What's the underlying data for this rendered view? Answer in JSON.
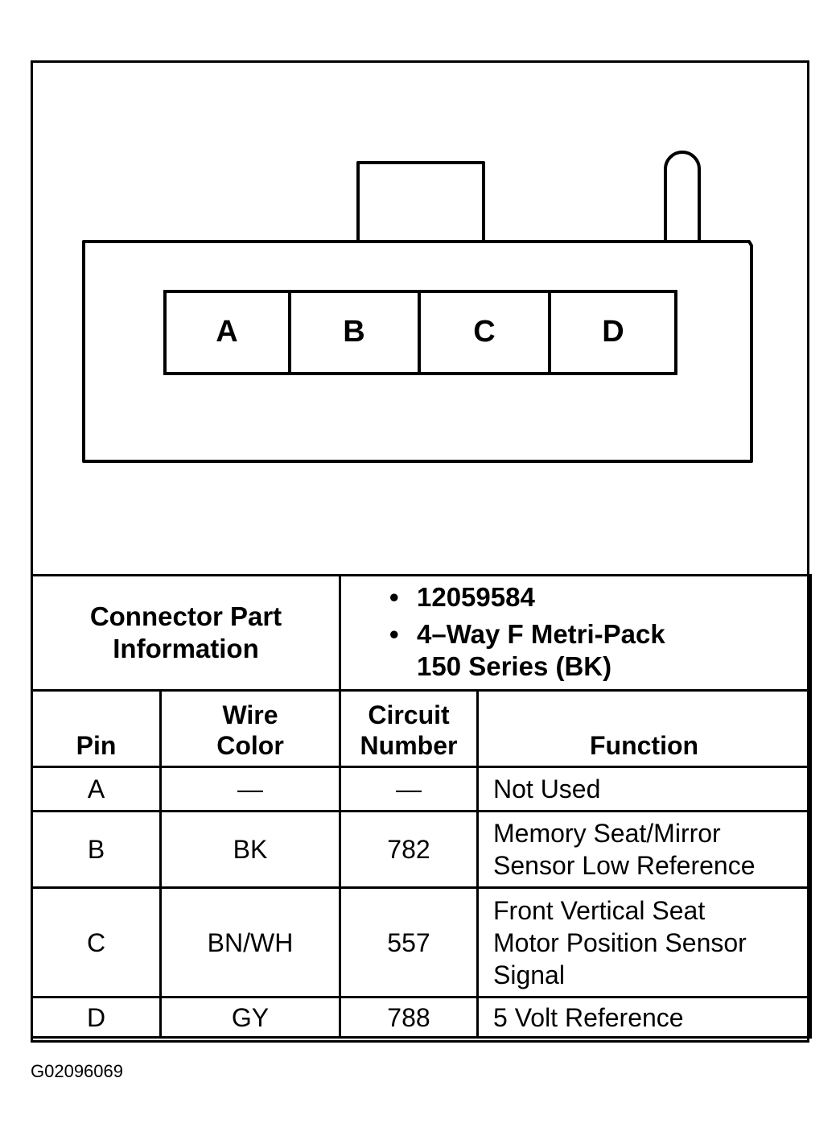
{
  "connector": {
    "cavities": [
      "A",
      "B",
      "C",
      "D"
    ]
  },
  "part_info": {
    "label": "Connector Part Information",
    "label_line1": "Connector Part",
    "label_line2": "Information",
    "part_number": "12059584",
    "description_line1": "4–Way F Metri-Pack",
    "description_line2": "150 Series (BK)"
  },
  "table": {
    "headers": {
      "pin": "Pin",
      "wire_color_line1": "Wire",
      "wire_color_line2": "Color",
      "circuit_line1": "Circuit",
      "circuit_line2": "Number",
      "function": "Function"
    },
    "rows": [
      {
        "pin": "A",
        "wire_color": "—",
        "circuit": "—",
        "function_lines": [
          "Not Used"
        ]
      },
      {
        "pin": "B",
        "wire_color": "BK",
        "circuit": "782",
        "function_lines": [
          "Memory Seat/Mirror",
          "Sensor Low Reference"
        ]
      },
      {
        "pin": "C",
        "wire_color": "BN/WH",
        "circuit": "557",
        "function_lines": [
          "Front Vertical Seat",
          "Motor Position Sensor",
          "Signal"
        ]
      },
      {
        "pin": "D",
        "wire_color": "GY",
        "circuit": "788",
        "function_lines": [
          "5 Volt Reference"
        ]
      }
    ]
  },
  "footer": {
    "figure_id": "G02096069"
  }
}
